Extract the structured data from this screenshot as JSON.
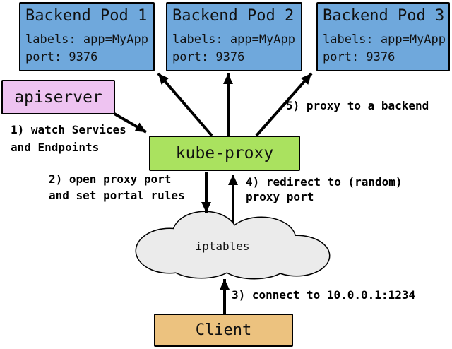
{
  "diagram": {
    "pods": [
      {
        "title": "Backend Pod 1",
        "labels_line": "labels: app=MyApp",
        "port_line": "port: 9376"
      },
      {
        "title": "Backend Pod 2",
        "labels_line": "labels: app=MyApp",
        "port_line": "port: 9376"
      },
      {
        "title": "Backend Pod 3",
        "labels_line": "labels: app=MyApp",
        "port_line": "port: 9376"
      }
    ],
    "apiserver_label": "apiserver",
    "kube_proxy_label": "kube-proxy",
    "iptables_label": "iptables",
    "client_label": "Client",
    "steps": {
      "step1": "1) watch Services\nand Endpoints",
      "step2": "2) open proxy port\nand set portal rules",
      "step3": "3) connect to 10.0.0.1:1234",
      "step4": "4) redirect to (random)\nproxy port",
      "step5": "5) proxy to a backend"
    },
    "colors": {
      "pod_fill": "#6FA8DC",
      "apiserver_fill": "#EEC3F1",
      "kube_proxy_fill": "#AAE25F",
      "client_fill": "#ECC27F",
      "cloud_fill": "#EBEBEB",
      "border": "#000000"
    }
  }
}
